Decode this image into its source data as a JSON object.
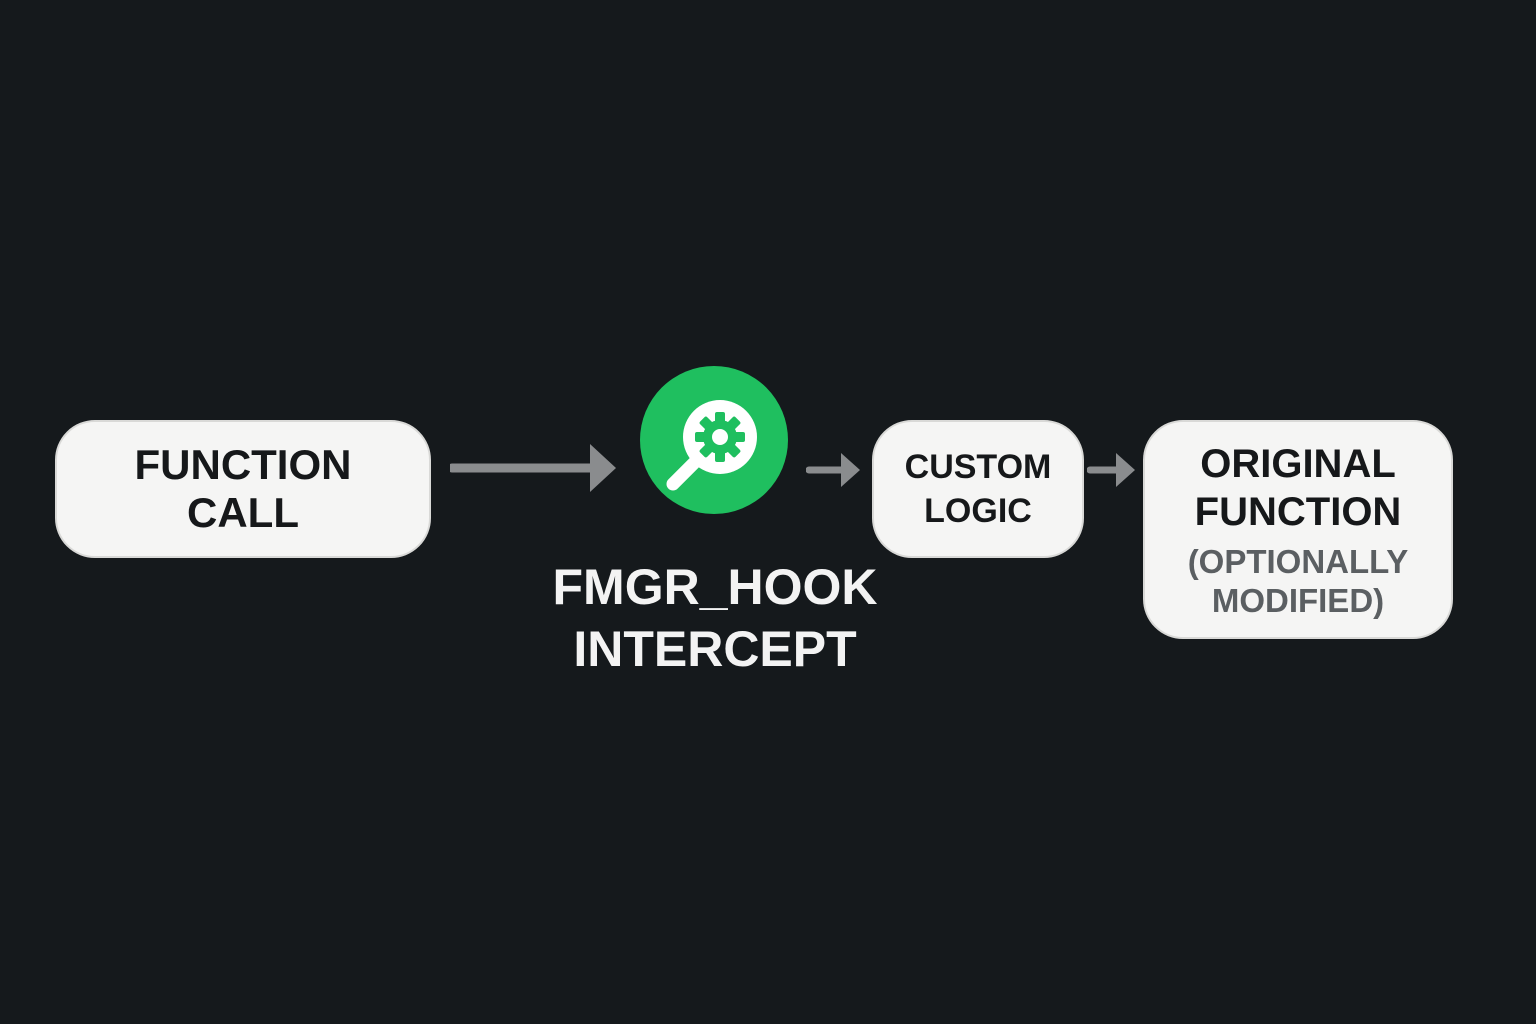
{
  "diagram": {
    "nodes": {
      "function_call": {
        "lines": [
          "FUNCTION",
          "CALL"
        ]
      },
      "hook": {
        "lines": [
          "FMGR_HOOK",
          "INTERCEPT"
        ],
        "icon": "magnifier-gear-icon",
        "color": "#1fbf5f"
      },
      "custom_logic": {
        "lines": [
          "CUSTOM",
          "LOGIC"
        ]
      },
      "original_function": {
        "lines": [
          "ORIGINAL",
          "FUNCTION"
        ],
        "note_lines": [
          "(OPTIONALLY",
          "MODIFIED)"
        ]
      }
    },
    "edges": [
      {
        "from": "function_call",
        "to": "hook"
      },
      {
        "from": "hook",
        "to": "custom_logic"
      },
      {
        "from": "custom_logic",
        "to": "original_function"
      }
    ],
    "colors": {
      "background": "#15191c",
      "box_fill": "#f5f5f4",
      "arrow": "#8a8c8e",
      "accent": "#1fbf5f"
    }
  }
}
